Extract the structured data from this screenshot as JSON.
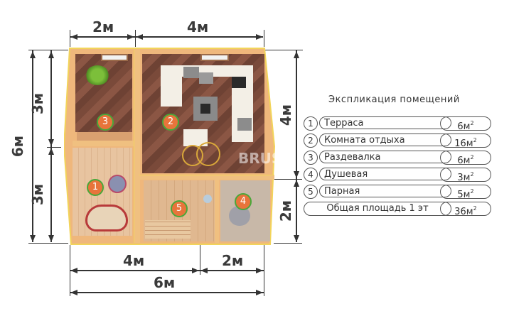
{
  "dimensions": {
    "top": [
      {
        "label": "2м"
      },
      {
        "label": "4м"
      }
    ],
    "bottom": [
      {
        "label": "4м"
      },
      {
        "label": "2м"
      },
      {
        "label": "6м"
      }
    ],
    "left": [
      {
        "label": "6м"
      },
      {
        "label": "3м"
      },
      {
        "label": "3м"
      }
    ],
    "right": [
      {
        "label": "4м"
      },
      {
        "label": "2м"
      }
    ]
  },
  "rooms": [
    {
      "number": "1",
      "name": "Терраса"
    },
    {
      "number": "2",
      "name": "Комната отдыха"
    },
    {
      "number": "3",
      "name": "Раздевалка"
    },
    {
      "number": "4",
      "name": "Душевая"
    },
    {
      "number": "5",
      "name": "Парная"
    }
  ],
  "watermark": "BRUS",
  "explication": {
    "title": "Экспликация помещений",
    "rows": [
      {
        "number": "1",
        "name": "Терраса",
        "area": "6м",
        "unit_sup": "2"
      },
      {
        "number": "2",
        "name": "Комната отдыха",
        "area": "16м",
        "unit_sup": "2"
      },
      {
        "number": "3",
        "name": "Раздевалка",
        "area": "6м",
        "unit_sup": "2"
      },
      {
        "number": "4",
        "name": "Душевая",
        "area": "3м",
        "unit_sup": "2"
      },
      {
        "number": "5",
        "name": "Парная",
        "area": "5м",
        "unit_sup": "2"
      }
    ],
    "total": {
      "name": "Общая площадь 1 эт",
      "area": "36м",
      "unit_sup": "2"
    }
  },
  "colors": {
    "badge_fill": "#e8743b",
    "badge_ring": "#49a83a",
    "wall": "#e8a96a",
    "dim_line": "#333333"
  }
}
